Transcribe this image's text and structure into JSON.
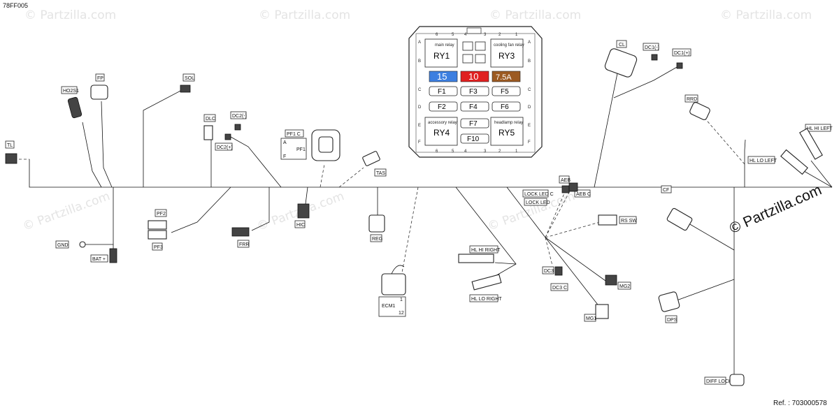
{
  "diagram_code": "78FF005",
  "reference": "Ref. :  703000578",
  "brand": "© Partzilla.com",
  "watermark": "© Partzilla.com",
  "fuse_box": {
    "col_pins_top": [
      "6",
      "5",
      "4",
      "3",
      "2",
      "1"
    ],
    "col_pins_bottom": [
      "6",
      "5",
      "4",
      "3",
      "2",
      "1"
    ],
    "row_letters": [
      "A",
      "B",
      "C",
      "D",
      "E",
      "F"
    ],
    "relays": [
      {
        "id": "RY1",
        "caption": "main relay"
      },
      {
        "id": "RY3",
        "caption": "cooling fan relay"
      },
      {
        "id": "RY4",
        "caption": "accessory relay"
      },
      {
        "id": "RY5",
        "caption": "headlamp relay"
      }
    ],
    "maxi_fuses": [
      {
        "label": "15",
        "color": "#3d7fe0"
      },
      {
        "label": "10",
        "color": "#e02020"
      },
      {
        "label": "7.5A",
        "color": "#9c5a22"
      }
    ],
    "fuses": [
      "F1",
      "F3",
      "F5",
      "F2",
      "F4",
      "F6",
      "F7",
      "F10"
    ]
  },
  "labels": {
    "tl": "TL",
    "ho2s1": "HO2S1",
    "fp": "FP",
    "sol": "SOL",
    "dlc": "DLC",
    "dc2n": "DC2(-)",
    "dc2p": "DC2(+)",
    "pf1c": "PF1  C",
    "pf1": "PF1",
    "pf1a": "A",
    "pf1f": "F",
    "tas": "TAS",
    "hic": "HIC",
    "frr": "FRR",
    "pf2": "PF2",
    "pf3": "PF3",
    "gnd": "GND",
    "bat": "BAT +",
    "reg": "REG",
    "ecm1": "ECM1",
    "ecm1_p1": "1",
    "ecm1_p12": "12",
    "hl_hi_right": "HL HI RIGHT",
    "hl_lo_right": "HL LO RIGHT",
    "lock_led_c": "LOCK LED  C",
    "lock_led": "LOCK LED",
    "aeb": "AEB",
    "aeb_c": "AEB  C",
    "rs_sw": "RS  SW",
    "dc3": "DC3",
    "dc3_c": "DC3  C",
    "mg1": "MG1",
    "mg2": "MG2",
    "cl": "CL",
    "dc1n": "DC1(-)",
    "dc1p": "DC1(+)",
    "rrd": "RRD",
    "hl_hi_left": "HL HI LEFT",
    "hl_lo_left": "HL LO LEFT",
    "cf": "CF",
    "dps": "DPS",
    "diff_lock": "DIFF LOCK"
  }
}
